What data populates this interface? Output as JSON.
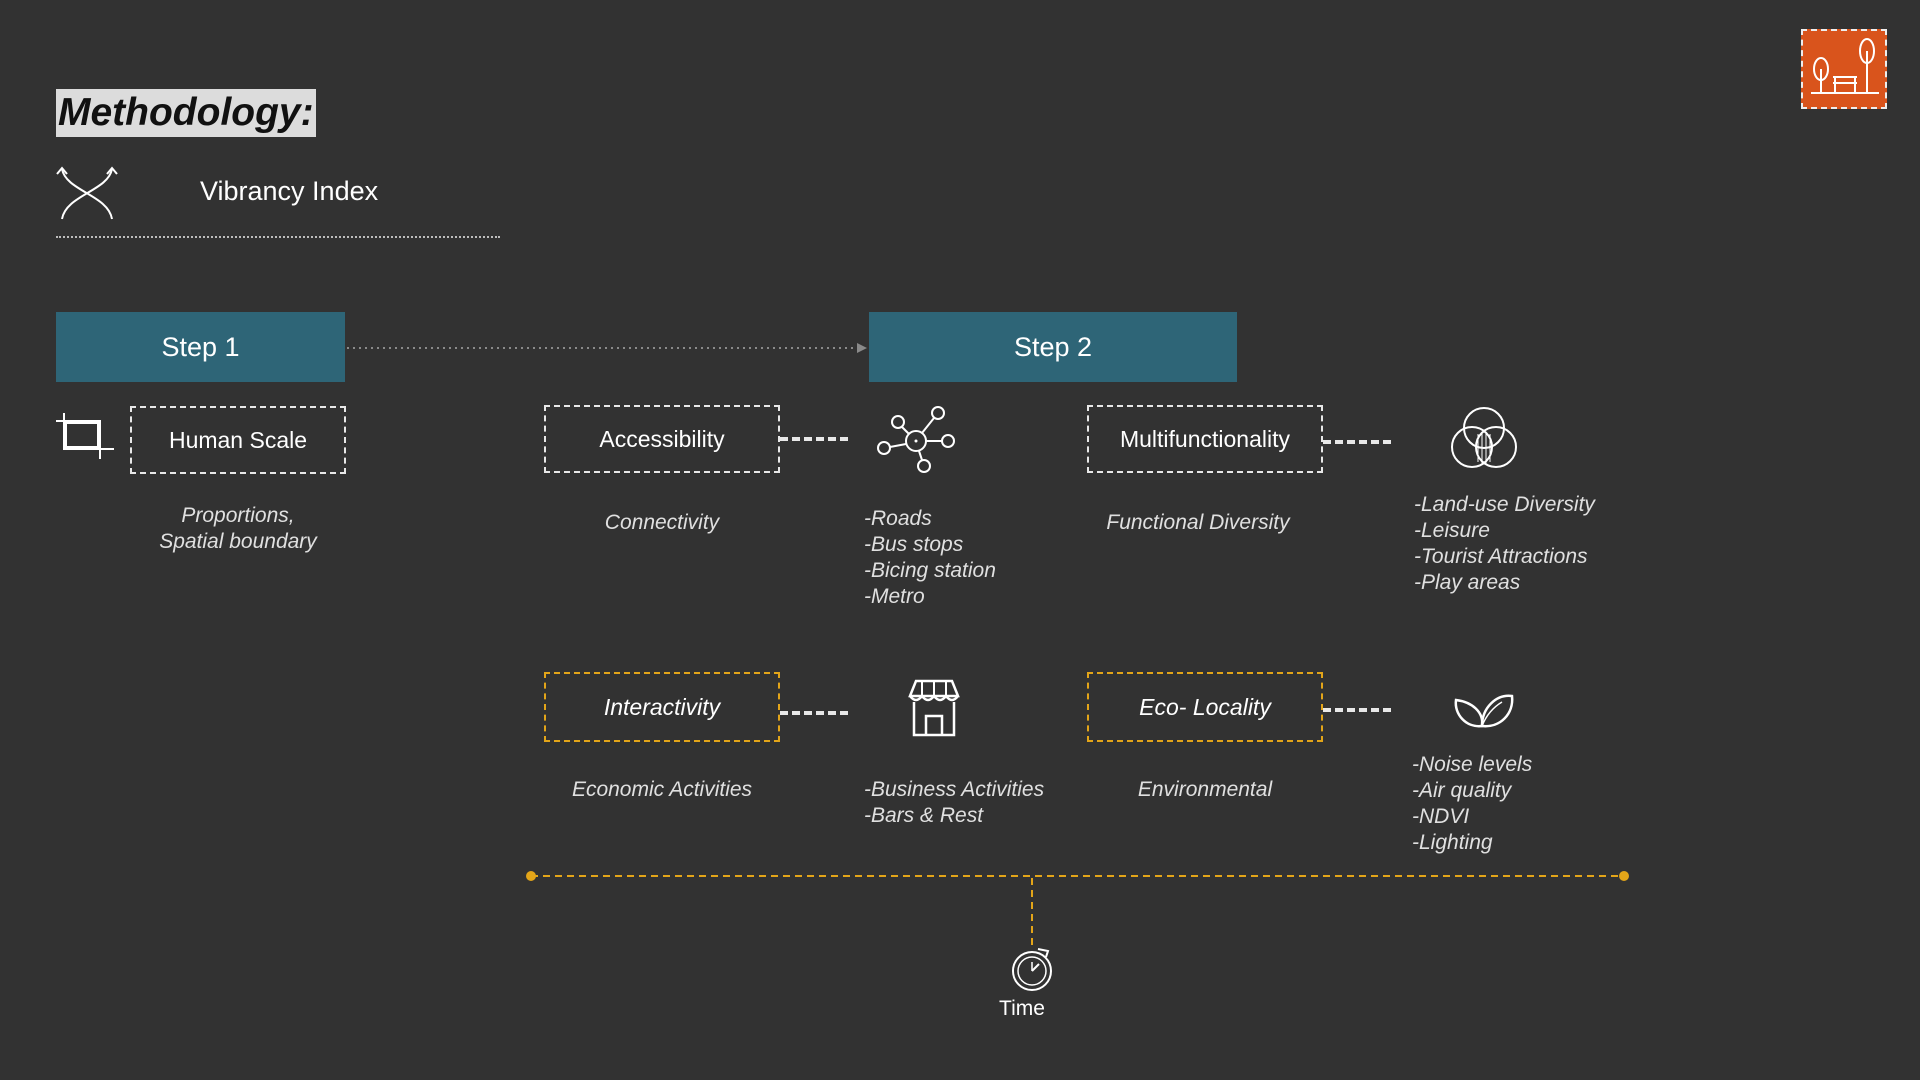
{
  "header": {
    "title": "Methodology:",
    "subtitle": "Vibrancy Index",
    "subtitle_icon": "crossing-arrows-icon",
    "logo_icon": "park-bench-trees-icon"
  },
  "steps": [
    {
      "label": "Step 1"
    },
    {
      "label": "Step 2"
    }
  ],
  "human_scale": {
    "icon": "crop-icon",
    "label": "Human Scale",
    "desc_lines": [
      "Proportions,",
      "Spatial boundary"
    ]
  },
  "accessibility": {
    "label": "Accessibility",
    "desc": "Connectivity",
    "icon": "network-nodes-icon",
    "items": [
      "-Roads",
      "-Bus stops",
      "-Bicing station",
      "-Metro"
    ]
  },
  "multifunctionality": {
    "label": "Multifunctionality",
    "desc": "Functional Diversity",
    "icon": "venn-diagram-icon",
    "items": [
      "-Land-use Diversity",
      "-Leisure",
      "-Tourist Attractions",
      "-Play areas"
    ]
  },
  "interactivity": {
    "label": "Interactivity",
    "desc": "Economic Activities",
    "icon": "storefront-icon",
    "items": [
      "-Business Activities",
      "-Bars & Rest"
    ]
  },
  "eco_locality": {
    "label": "Eco- Locality",
    "desc": "Environmental",
    "icon": "leaves-icon",
    "items": [
      "-Noise levels",
      "-Air quality",
      "-NDVI",
      "-Lighting"
    ]
  },
  "time": {
    "label": "Time",
    "icon": "stopwatch-icon"
  },
  "colors": {
    "background": "#323232",
    "step_fill": "#2e6577",
    "gold_accent": "#e3a519",
    "logo_orange": "#d9541c"
  }
}
